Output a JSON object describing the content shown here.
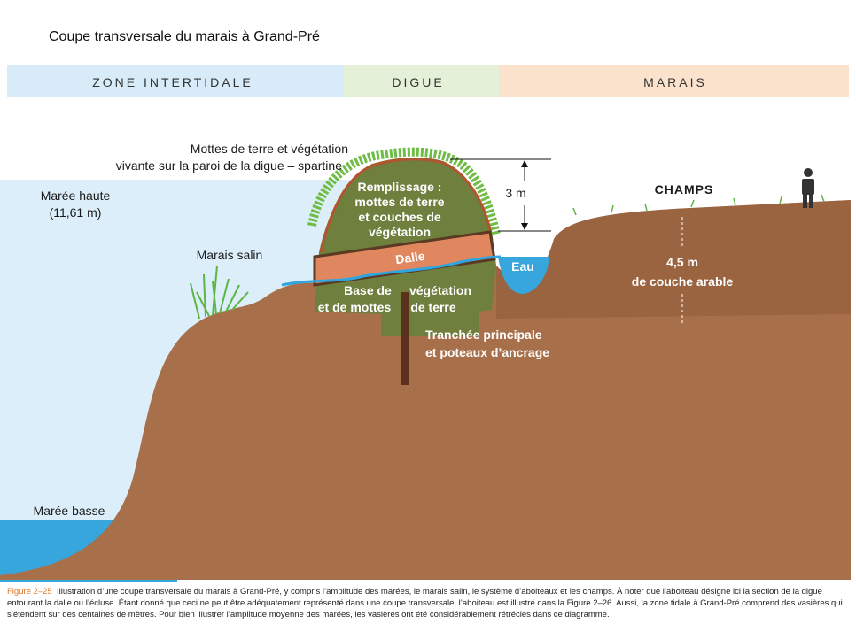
{
  "title": "Coupe transversale du marais à Grand-Pré",
  "bands": {
    "intertidal": "ZONE INTERTIDALE",
    "digue": "DIGUE",
    "marais": "MARAIS"
  },
  "labels": {
    "mottes_line1": "Mottes de terre et végétation",
    "mottes_line2": "vivante sur la paroi de la digue – spartine",
    "maree_haute_1": "Marée haute",
    "maree_haute_2": "(11,61 m)",
    "marais_salin": "Marais salin",
    "remplissage": [
      "Remplissage :",
      "mottes de terre",
      "et couches de",
      "végétation"
    ],
    "dalle": "Dalle",
    "base": [
      "Base de",
      "et de mottes",
      "végétation",
      "de terre"
    ],
    "tranchee_1": "Tranchée principale",
    "tranchee_2": "et poteaux d’ancrage",
    "hauteur": "3 m",
    "eau": "Eau",
    "champs": "CHAMPS",
    "arable_1": "4,5 m",
    "arable_2": "de couche arable",
    "maree_basse": "Marée basse"
  },
  "caption": {
    "figure": "Figure 2–25",
    "text": "Illustration d’une coupe transversale du marais à Grand-Pré, y compris l’amplitude des marées, le marais salin, le système d’aboiteaux et les champs. À noter que l’aboiteau désigne ici la section de la digue entourant la dalle ou l’écluse. Étant donné que ceci ne peut être adéquatement représenté dans une coupe transversale, l’aboiteau est illustré dans la Figure 2–26. Aussi, la zone tidale à Grand-Pré comprend des vasières qui s’étendent sur des centaines de mètres. Pour bien illustrer l’amplitude moyenne des marées, les vasières ont été considérablement rétrécies dans ce diagramme."
  },
  "colors": {
    "ground": "#a8704a",
    "water": "#37a6dc",
    "sky_water": "#dceef9",
    "dike": "#6f7f3e",
    "dalle": "#e0875f",
    "caption_accent": "#e0782a"
  }
}
